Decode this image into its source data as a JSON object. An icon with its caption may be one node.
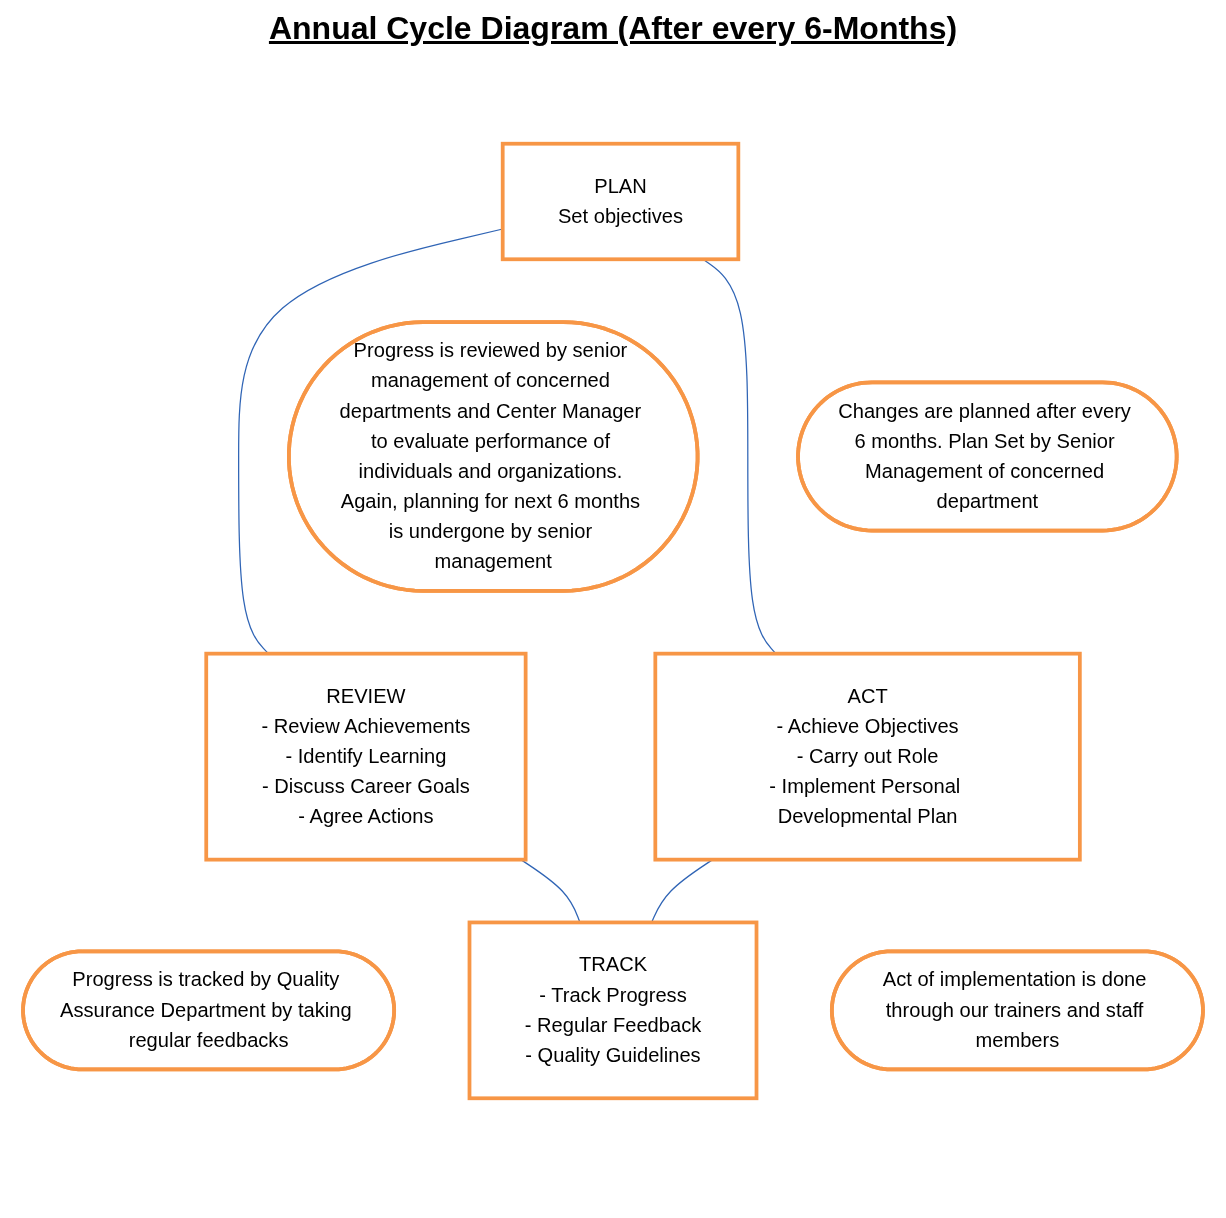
{
  "diagram": {
    "title": "Annual Cycle Diagram (After every 6-Months)",
    "nodes": [
      {
        "text": [
          "PLAN",
          "Set objectives"
        ]
      },
      {
        "text": [
          "Progress is reviewed by senior management of concerned departments and Center Manager to evaluate performance of individuals and organizations. Again, planning for next 6 months is undergone by senior management"
        ]
      },
      {
        "text": [
          "Changes are planned after every 6 months. Plan Set by Senior Management of concerned department"
        ]
      },
      {
        "text": [
          "REVIEW",
          "- Review Achievements",
          "- Identify Learning",
          "- Discuss Career Goals",
          "- Agree Actions"
        ]
      },
      {
        "text": [
          "ACT",
          "- Achieve Objectives",
          "- Carry out Role",
          "- Implement Personal Developmental Plan"
        ]
      },
      {
        "text": [
          "Progress is tracked by Quality Assurance Department by taking regular feedbacks"
        ]
      },
      {
        "text": [
          "Act of implementation is done through our trainers and staff members"
        ]
      },
      {
        "text": [
          "TRACK",
          "- Track Progress",
          "- Regular Feedback",
          "- Quality Guidelines"
        ]
      }
    ],
    "edges": [
      {
        "from": 0,
        "to": 4,
        "arrow": "none"
      },
      {
        "from": 4,
        "to": 7,
        "arrow": "none"
      },
      {
        "from": 3,
        "to": 7,
        "arrow": "none"
      },
      {
        "from": 0,
        "to": 3,
        "arrow": "none"
      }
    ]
  }
}
